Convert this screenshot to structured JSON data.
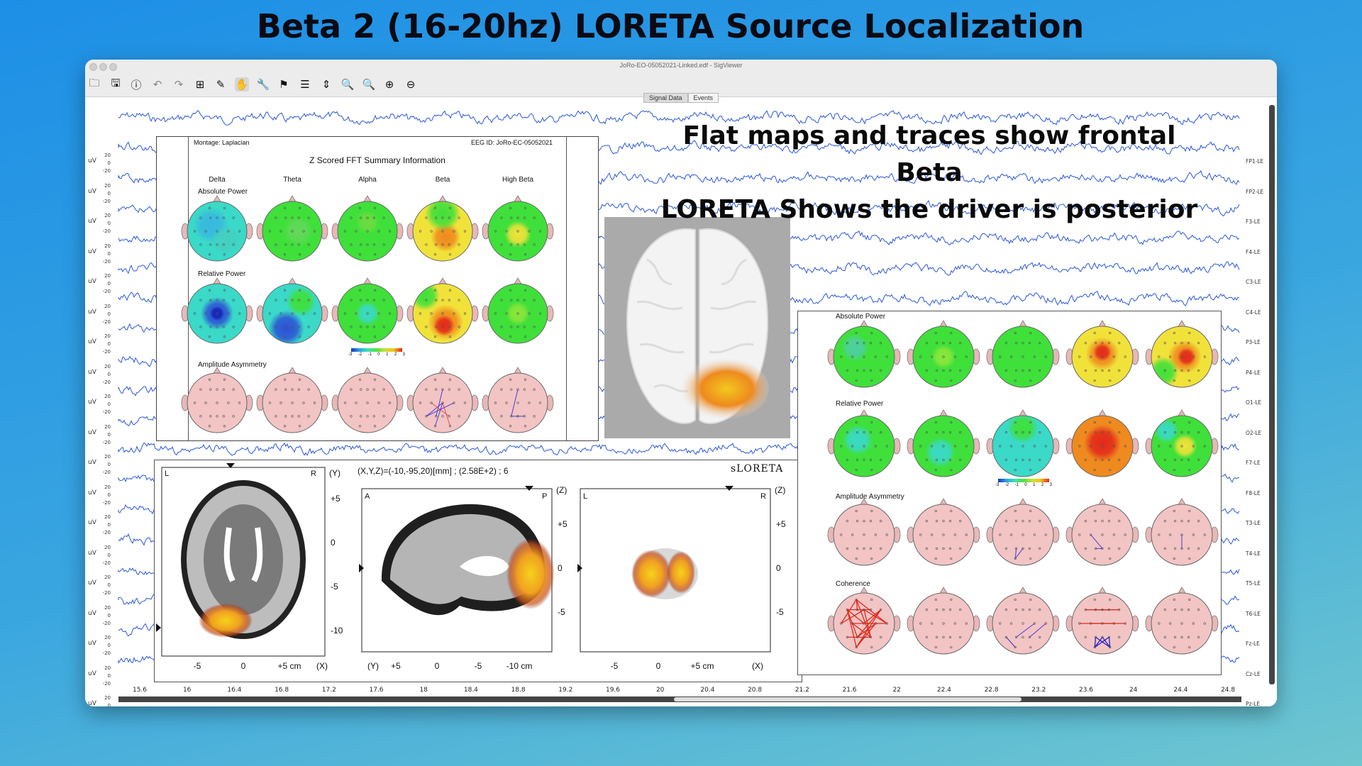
{
  "slide": {
    "title": "Beta 2 (16-20hz) LORETA Source Localization"
  },
  "window": {
    "title": "JoRo-EO-05052021-Linked.edf - SigViewer"
  },
  "toolbar": {
    "icons": [
      "open-folder-icon",
      "save-icon",
      "info-icon",
      "undo-icon",
      "redo-icon",
      "add-event-icon",
      "pencil-icon",
      "hand-icon",
      "wrench-icon",
      "flag-icon",
      "channels-icon",
      "scale-icon",
      "zoom-in-icon",
      "zoom-disabled-icon",
      "zoom-plus-icon",
      "zoom-minus-icon"
    ]
  },
  "tabs": [
    {
      "label": "Signal Data"
    },
    {
      "label": "Events"
    }
  ],
  "plot": {
    "channels": [
      "FP1-LE",
      "FP2-LE",
      "F3-LE",
      "F4-LE",
      "C3-LE",
      "C4-LE",
      "P3-LE",
      "P4-LE",
      "O1-LE",
      "O2-LE",
      "F7-LE",
      "F8-LE",
      "T3-LE",
      "T4-LE",
      "T5-LE",
      "T6-LE",
      "Fz-LE",
      "Cz-LE",
      "Pz-LE"
    ],
    "units": "uV",
    "scale": [
      "20",
      "0",
      "-20"
    ],
    "x_ticks": [
      "15.6",
      "16",
      "16.4",
      "16.8",
      "17.2",
      "17.6",
      "18",
      "18.4",
      "18.8",
      "19.2",
      "19.6",
      "20",
      "20.4",
      "20.8",
      "21.2",
      "21.6",
      "22",
      "22.4",
      "22.8",
      "23.2",
      "23.6",
      "24",
      "24.4",
      "24.8"
    ],
    "trace_color": "#2b57d9"
  },
  "fft_panel": {
    "montage": "Montage:  Laplacian",
    "eeg_id": "EEG ID:  JoRo-EC-05052021",
    "title": "Z Scored FFT Summary Information",
    "columns": [
      "Delta",
      "Theta",
      "Alpha",
      "Beta",
      "High Beta"
    ],
    "rows": [
      "Absolute Power",
      "Relative Power",
      "Amplitude Asymmetry"
    ],
    "colorbar_ticks": [
      "-3",
      "-2",
      "-1",
      "0",
      "1",
      "2",
      "3"
    ]
  },
  "annotation": {
    "line1": "Flat maps and traces show frontal Beta",
    "line2": "LORETA Shows the driver is posterior"
  },
  "loreta": {
    "coords": "(X,Y,Z)=(-10,-95,20)[mm]  ;  (2.58E+2)  ;  6",
    "brand": "sLORETA",
    "axial": {
      "left": "L",
      "right": "R",
      "axis": "(Y)",
      "ticks": [
        "+5",
        "0",
        "-5",
        "-10"
      ],
      "xticks": [
        "-5",
        "0",
        "+5 cm"
      ],
      "xaxis": "(X)"
    },
    "sagittal": {
      "left": "A",
      "right": "P",
      "axis": "(Z)",
      "ticks": [
        "+5",
        "0",
        "-5"
      ],
      "xticks": [
        "+5",
        "0",
        "-5",
        "-10 cm"
      ],
      "xaxis": "(Y)"
    },
    "coronal": {
      "left": "L",
      "right": "R",
      "axis": "(Z)",
      "ticks": [
        "+5",
        "0",
        "-5"
      ],
      "xticks": [
        "-5",
        "0",
        "+5 cm"
      ],
      "xaxis": "(X)"
    }
  },
  "right_panel": {
    "rows": [
      "Absolute Power",
      "Relative Power",
      "Amplitude Asymmetry",
      "Coherence"
    ],
    "colorbar_ticks": [
      "-3",
      "-2",
      "-1",
      "0",
      "1",
      "2",
      "3"
    ]
  }
}
